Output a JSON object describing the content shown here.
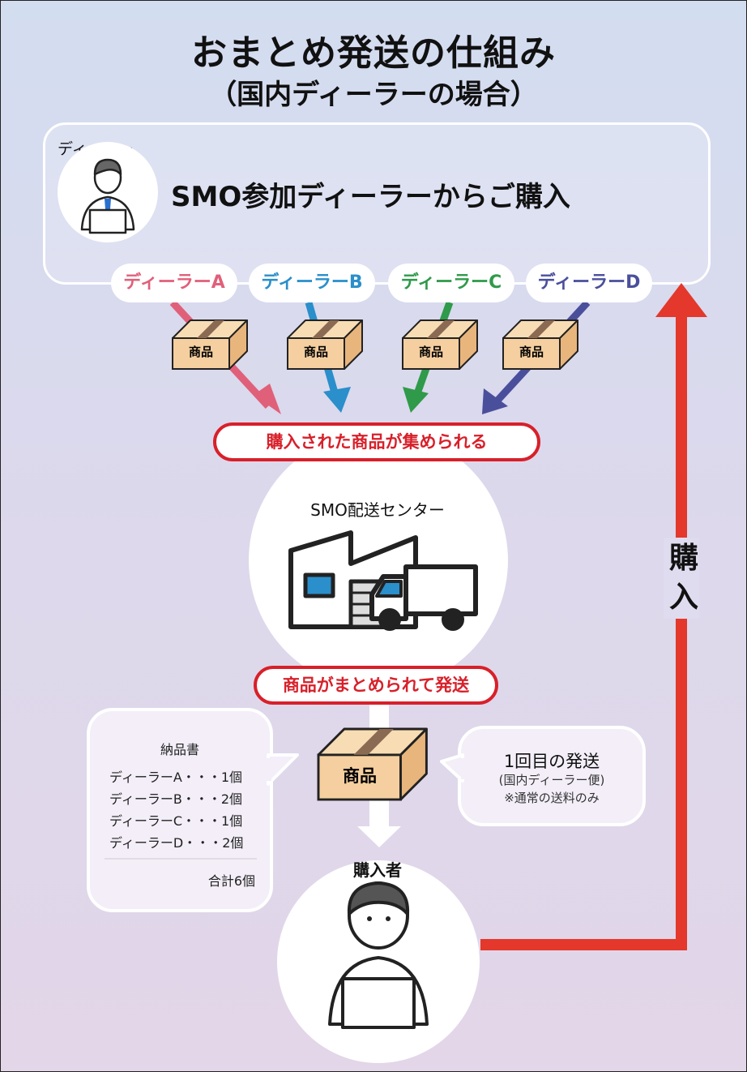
{
  "title": {
    "main": "おまとめ発送の仕組み",
    "sub": "（国内ディーラーの場合）"
  },
  "dealer_panel": {
    "tag": "ディーラー",
    "headline": "SMO参加ディーラーからご購入"
  },
  "dealers": [
    {
      "label": "ディーラーA",
      "color": "#e0607a"
    },
    {
      "label": "ディーラーB",
      "color": "#2a8fca"
    },
    {
      "label": "ディーラーC",
      "color": "#2f9a4a"
    },
    {
      "label": "ディーラーD",
      "color": "#4a4f9c"
    }
  ],
  "box_label": "商品",
  "collected_caption": "購入された商品が集められる",
  "center_name": "SMO配送センター",
  "shipped_caption": "商品がまとめられて発送",
  "invoice": {
    "title": "納品書",
    "lines": [
      "ディーラーA・・・1個",
      "ディーラーB・・・2個",
      "ディーラーC・・・1個",
      "ディーラーD・・・2個"
    ],
    "total": "合計6個"
  },
  "shipment_note": {
    "title": "1回目の発送",
    "sub": "(国内ディーラー便)",
    "note": "※通常の送料のみ"
  },
  "buyer_label": "購入者",
  "purchase_label": "購入",
  "colors": {
    "red": "#e3382b",
    "caption_red": "#d8202a",
    "box_fill": "#f5cf9f",
    "box_side": "#e8b57c",
    "box_tape": "#8a6a52"
  }
}
